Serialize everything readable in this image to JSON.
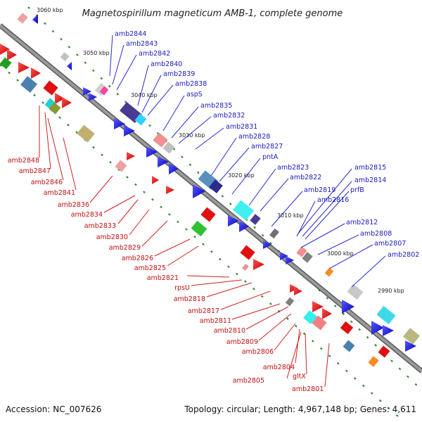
{
  "title": "Magnetospirillum magneticum AMB-1, complete genome",
  "footer": {
    "accession": "Accession: NC_007626",
    "summary": "Topology: circular; Length: 4,967,148 bp; Genes: 4,611"
  },
  "colors": {
    "backbone": "#8a8a8a",
    "forward_label": "#1a1ac0",
    "reverse_label": "#c01010",
    "tick": "#2e8b2e"
  },
  "scale_labels": [
    "3060 kbp",
    "3050 kbp",
    "3040 kbp",
    "3030 kbp",
    "3020 kbp",
    "3010 kbp",
    "3000 kbp",
    "2990 kbp"
  ],
  "forward_genes": [
    "amb2844",
    "amb2843",
    "amb2842",
    "amb2840",
    "amb2839",
    "amb2838",
    "aspS",
    "amb2835",
    "amb2832",
    "amb2831",
    "amb2828",
    "amb2827",
    "pntA",
    "amb2823",
    "amb2822",
    "amb2815",
    "amb2814",
    "prfB",
    "amb2819",
    "amb2816",
    "amb2812",
    "amb2808",
    "amb2807",
    "amb2802"
  ],
  "reverse_genes": [
    "amb2848",
    "amb2847",
    "amb2846",
    "amb2841",
    "amb2836",
    "amb2834",
    "amb2833",
    "amb2830",
    "amb2829",
    "amb2826",
    "amb2825",
    "amb2821",
    "rpsU",
    "amb2818",
    "amb2817",
    "amb2811",
    "amb2810",
    "amb2809",
    "amb2806",
    "amb2804",
    "amb2805",
    "gltX",
    "amb2801"
  ]
}
